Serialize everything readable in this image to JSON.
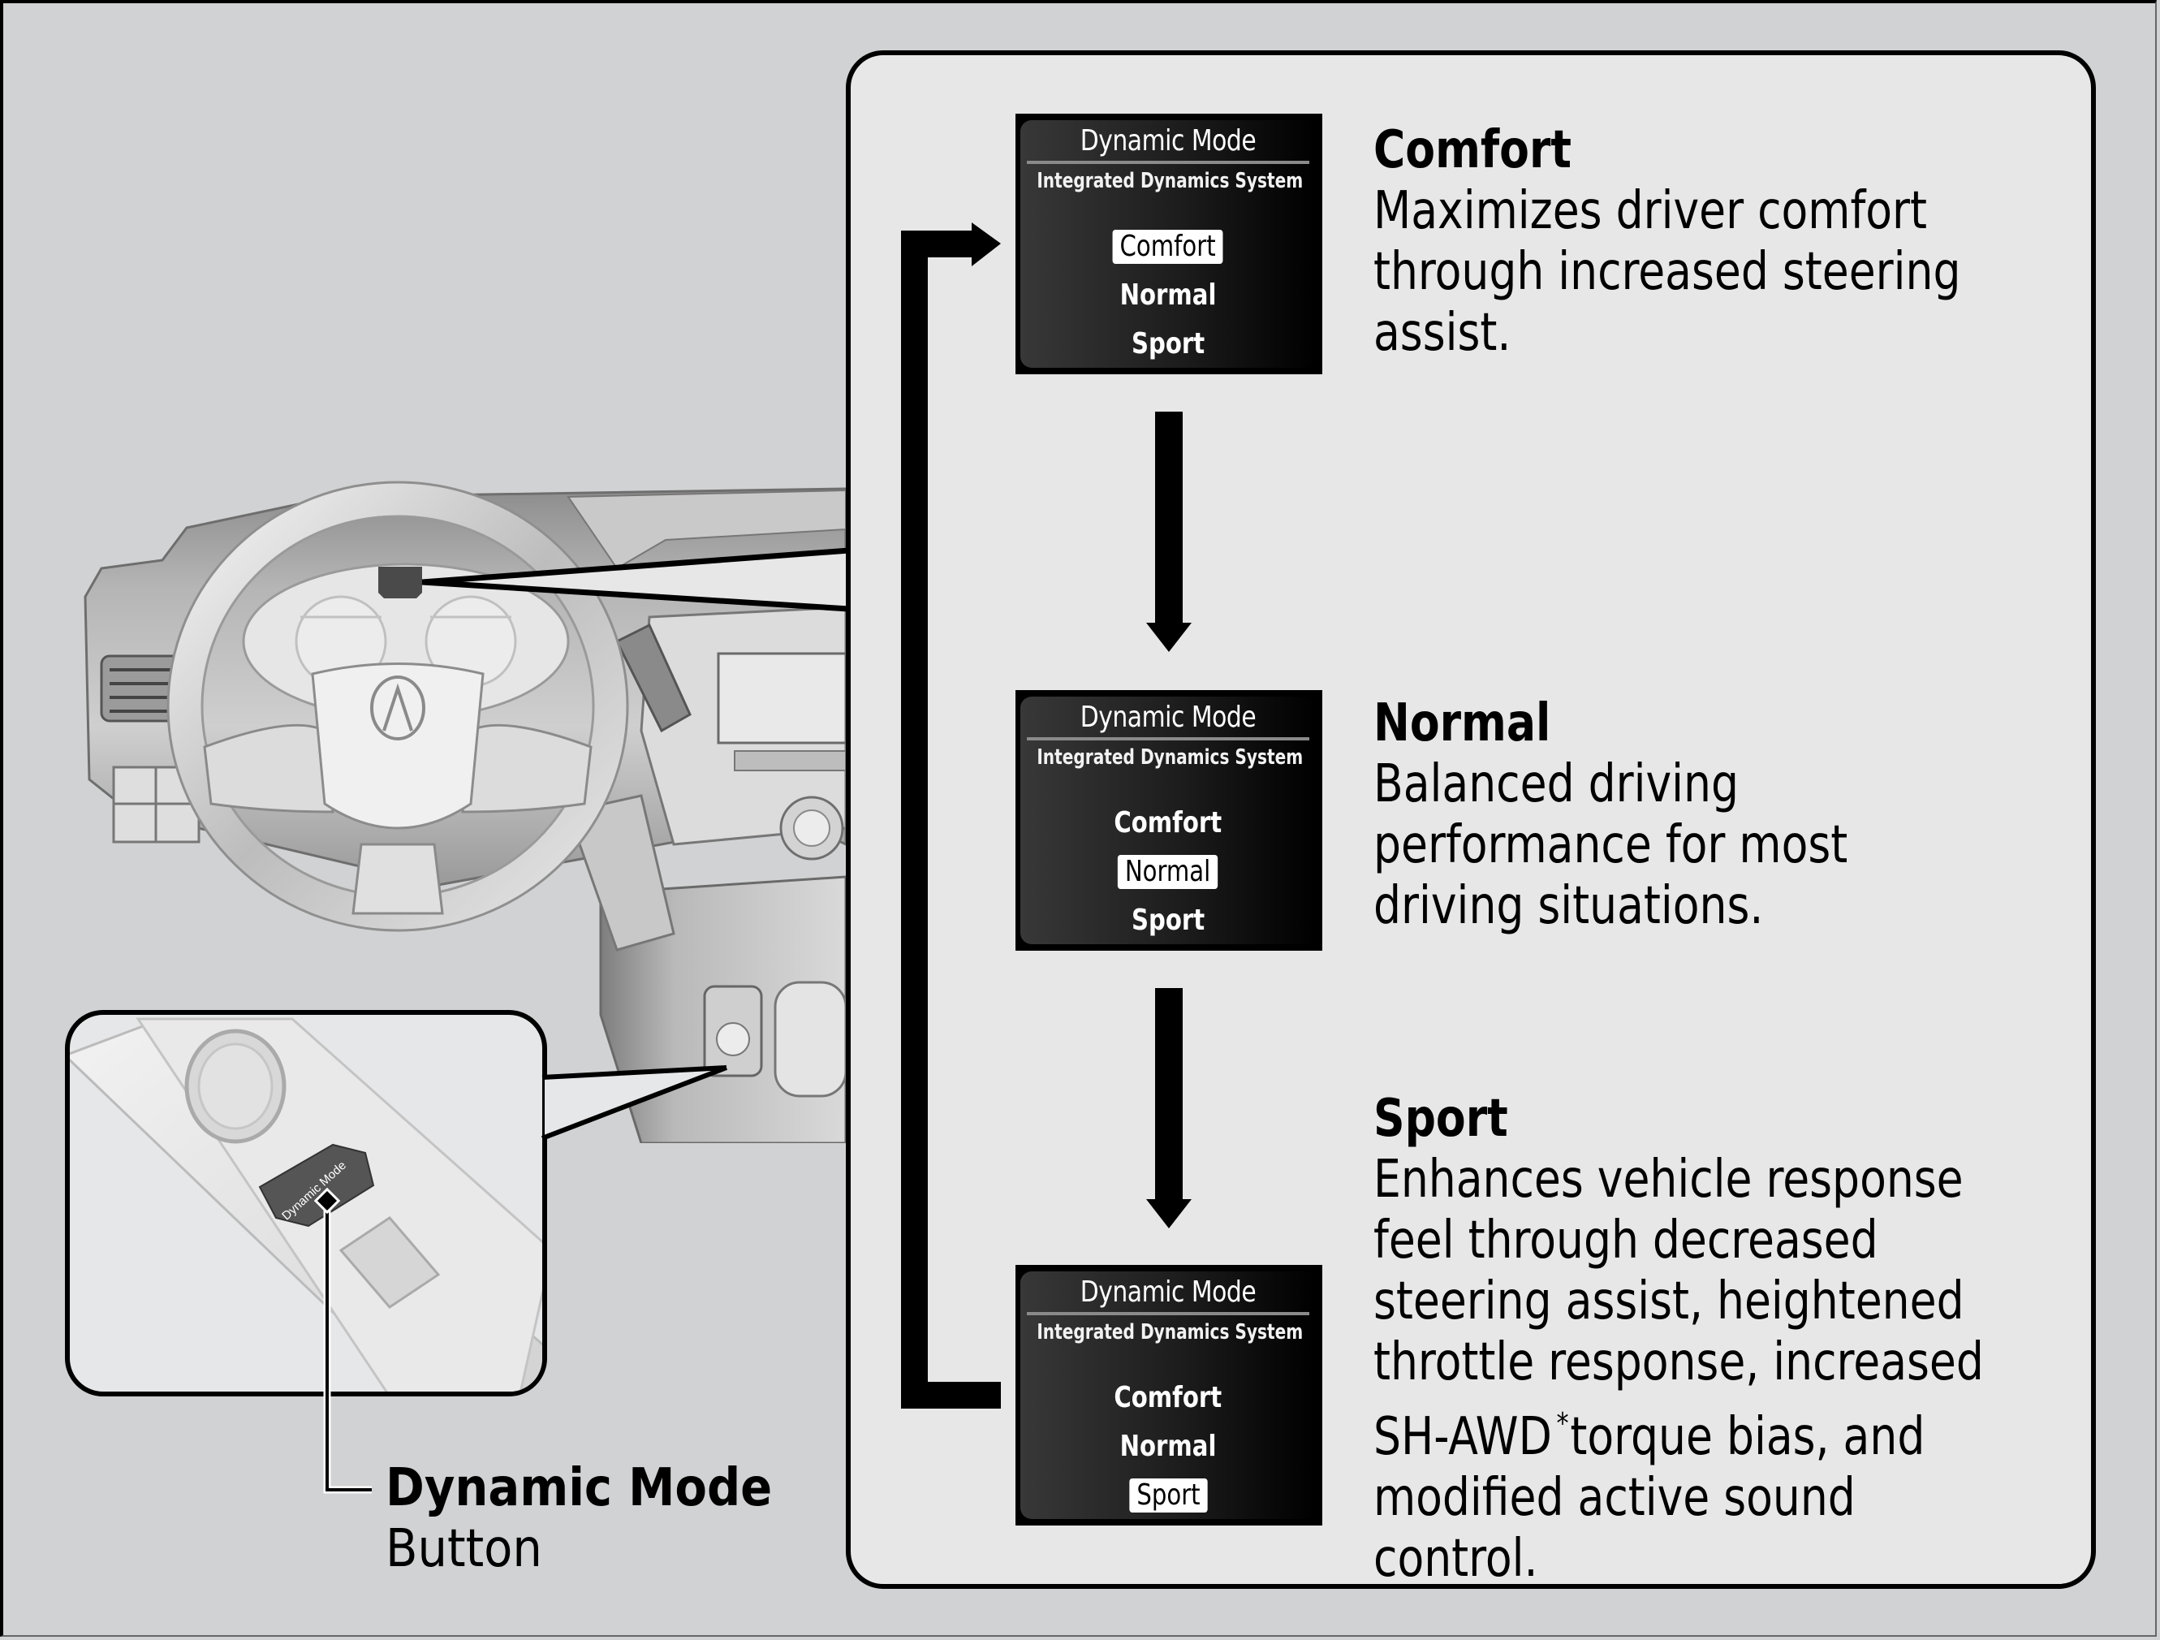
{
  "figure": {
    "title": "Dynamic Mode (Integrated Dynamics System) selection",
    "colors": {
      "page_background": "#d1d2d3",
      "panel_background": "#e7e7e7",
      "outline": "#000000",
      "screen_background": "#000000",
      "screen_text": "#ffffff",
      "highlight": "#ffffff"
    }
  },
  "callout": {
    "button_label_bold": "Dynamic Mode",
    "button_label_regular": "Button",
    "button_engraving": "Dynamic Mode"
  },
  "screens": [
    {
      "title": "Dynamic Mode",
      "subtitle": "Integrated Dynamics System",
      "options": [
        "Comfort",
        "Normal",
        "Sport"
      ],
      "selected": "Comfort"
    },
    {
      "title": "Dynamic Mode",
      "subtitle": "Integrated Dynamics System",
      "options": [
        "Comfort",
        "Normal",
        "Sport"
      ],
      "selected": "Normal"
    },
    {
      "title": "Dynamic Mode",
      "subtitle": "Integrated Dynamics System",
      "options": [
        "Comfort",
        "Normal",
        "Sport"
      ],
      "selected": "Sport"
    }
  ],
  "modes": [
    {
      "name": "Comfort",
      "lines": [
        "Maximizes driver comfort",
        "through increased steering",
        "assist."
      ]
    },
    {
      "name": "Normal",
      "lines": [
        "Balanced driving",
        "performance for most",
        "driving situations."
      ]
    },
    {
      "name": "Sport",
      "lines": [
        "Enhances vehicle response",
        "feel through decreased",
        "steering assist, heightened",
        "throttle response, increased",
        "SH-AWD",
        "torque bias, and",
        "modified active sound",
        "control."
      ],
      "footnote_mark": "*"
    }
  ],
  "flow": {
    "sequence": [
      "Comfort",
      "Normal",
      "Sport",
      "Comfort"
    ],
    "icons": [
      "arrow-down-icon",
      "arrow-down-icon",
      "loop-back-arrow-icon"
    ]
  }
}
